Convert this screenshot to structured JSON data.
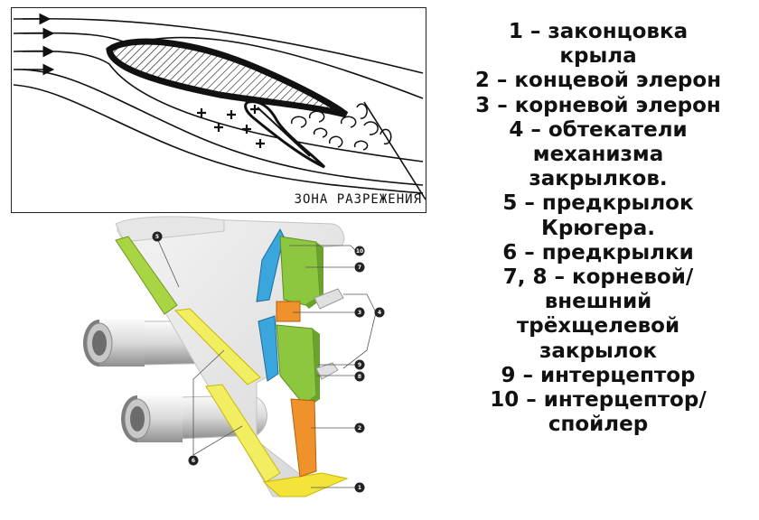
{
  "airfoil": {
    "zone_label": "ЗОНА РАЗРЕЖЕНИЯ"
  },
  "wing": {
    "callouts": [
      "10",
      "7",
      "3",
      "4",
      "9",
      "8",
      "2",
      "1",
      "5",
      "6"
    ],
    "colors": {
      "winglet": "#f3e33a",
      "aileron": "#f0922b",
      "slat": "#f2ee62",
      "krueger": "#a9d444",
      "flap": "#8dc63f",
      "interceptor": "#3aa6dd",
      "wing_surface": "#ececec"
    }
  },
  "legend": {
    "lines": [
      "1 – законцовка",
      "крыла",
      "2 – концевой элерон",
      "3 – корневой элерон",
      "4 – обтекатели",
      "механизма",
      "закрылков.",
      "5 – предкрылок",
      "Крюгера.",
      "6 – предкрылки",
      "7, 8 – корневой/",
      "внешний",
      "трёхщелевой",
      "закрылок",
      "9 – интерцептор",
      "10 – интерцептор/",
      "спойлер"
    ]
  }
}
